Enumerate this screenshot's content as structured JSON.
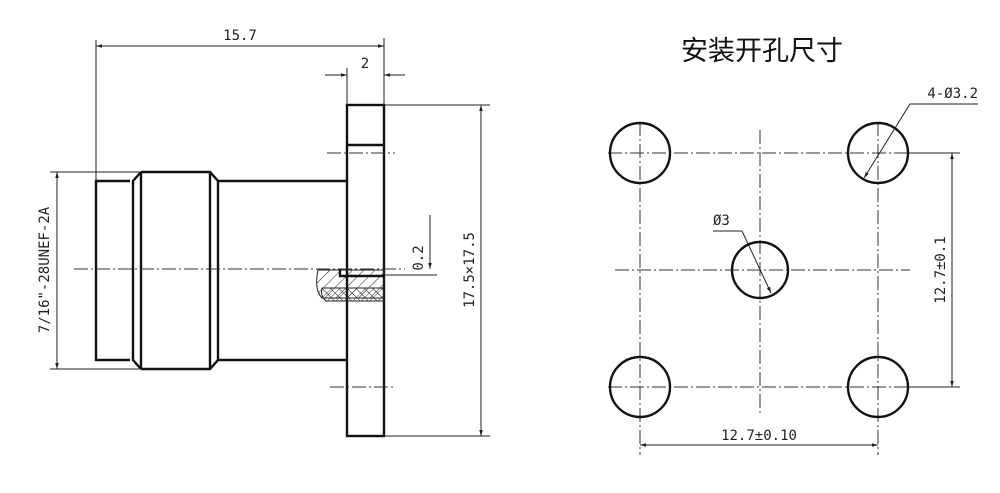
{
  "side_view": {
    "length_dim": "15.7",
    "flange_thickness_dim": "2",
    "thread_dim": "7/16\"-28UNEF-2A",
    "gap_dim": "0.2",
    "flange_size_dim": "17.5×17.5"
  },
  "mounting_view": {
    "title": "安装开孔尺寸",
    "corner_hole_dim": "4-Ø3.2",
    "center_hole_dim": "Ø3",
    "vertical_spacing_dim": "12.7±0.1",
    "horizontal_spacing_dim": "12.7±0.10"
  }
}
